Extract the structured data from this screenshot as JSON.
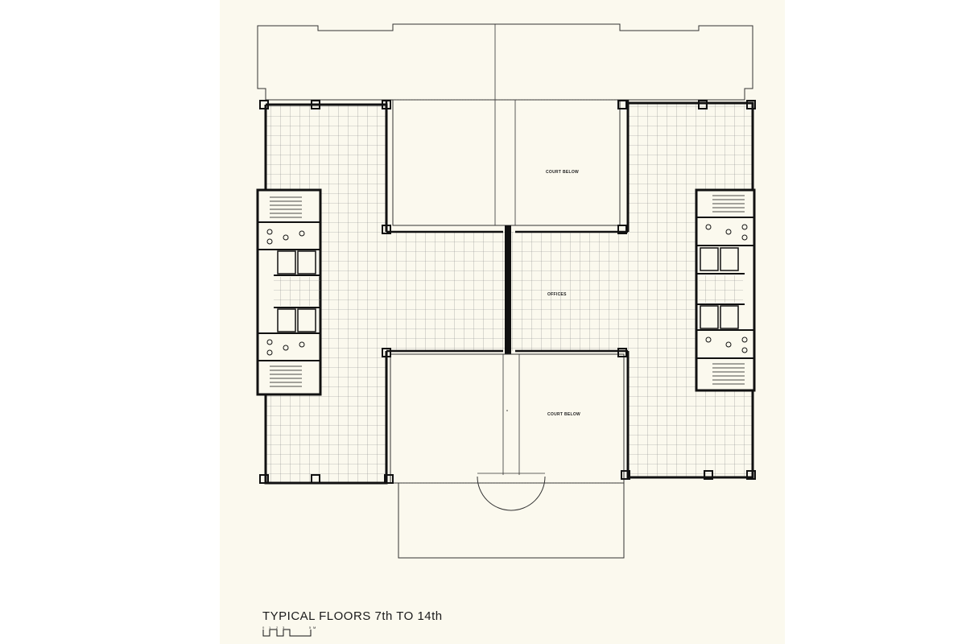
{
  "title": "TYPICAL FLOORS 7th TO 14th",
  "labels": {
    "court_upper": "COURT BELOW",
    "court_lower": "COURT BELOW",
    "offices": "OFFICES"
  },
  "scale_bar": {
    "ticks": [
      "0",
      "1",
      "2",
      "3",
      "5"
    ],
    "unit": "M"
  },
  "colors": {
    "paper": "#fbf9ee",
    "ink": "#1a1a1a",
    "grid": "#888888"
  }
}
